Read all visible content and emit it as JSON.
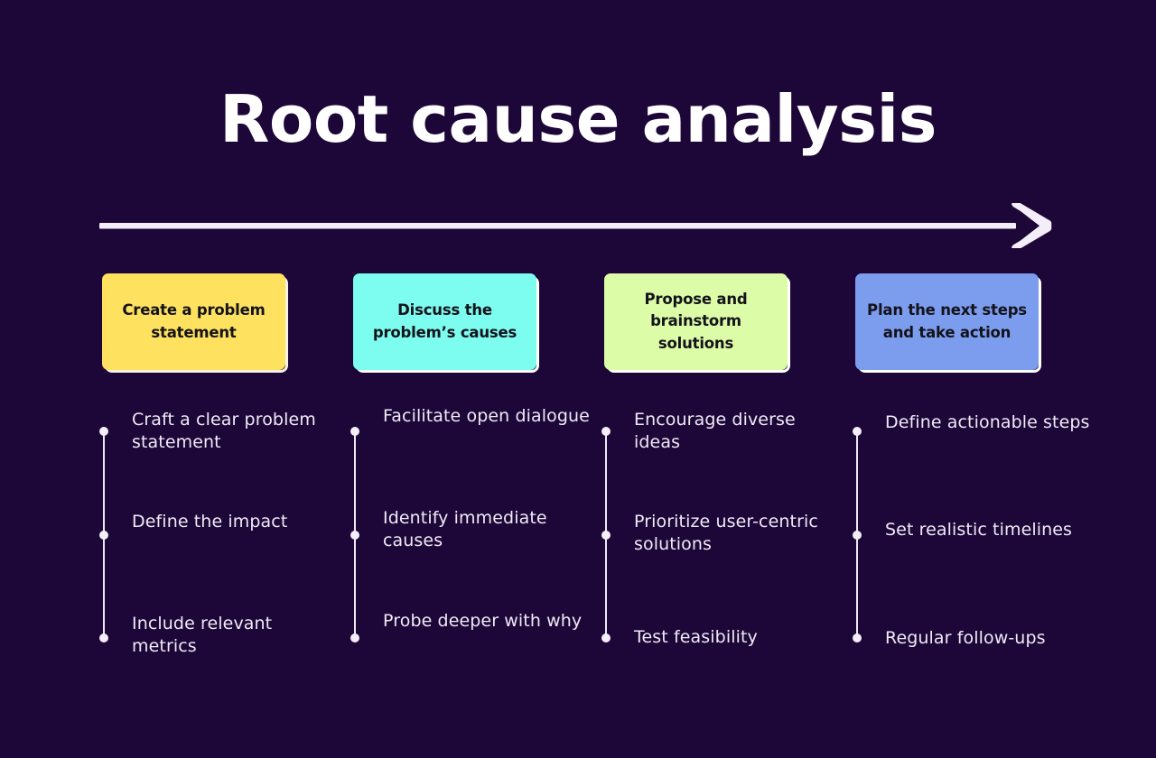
{
  "page": {
    "title": "Root cause analysis",
    "background_color": "#1d0638",
    "text_color": "#f0eaf5"
  },
  "arrow": {
    "name": "process-flow-arrow",
    "color": "#f4eef8",
    "direction": "right"
  },
  "stages": [
    {
      "card_label": "Create a problem statement",
      "fill_color": "#fde15f",
      "outline_color": "#f7f2e2",
      "text_color": "#14131a",
      "items": [
        "Craft a clear problem statement",
        "Define the impact",
        "Include relevant metrics"
      ]
    },
    {
      "card_label": "Discuss the problem’s causes",
      "fill_color": "#7dfcf0",
      "outline_color": "#ffffff",
      "text_color": "#14131a",
      "items": [
        "Facilitate open dialogue",
        "Identify immediate causes",
        "Probe deeper with why"
      ]
    },
    {
      "card_label": "Propose and brainstorm solutions",
      "fill_color": "#dcfca8",
      "outline_color": "#ffffff",
      "text_color": "#14131a",
      "items": [
        "Encourage diverse ideas",
        "Prioritize user-centric solutions",
        "Test feasibility"
      ]
    },
    {
      "card_label": "Plan the next steps and take action",
      "fill_color": "#7c9cee",
      "outline_color": "#ffffff",
      "text_color": "#14131a",
      "items": [
        "Define actionable steps",
        "Set realistic timelines",
        "Regular follow-ups"
      ]
    }
  ]
}
